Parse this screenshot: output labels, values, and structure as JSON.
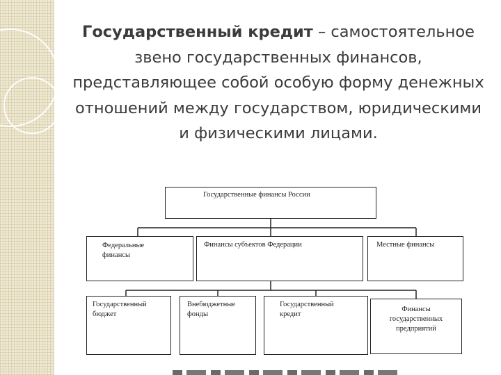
{
  "heading": {
    "term": "Государственный кредит",
    "definition": "– самостоятельное звено государственных финансов, представляющее собой особую форму денежных отношений между государством, юридическими и физическими лицами."
  },
  "diagram": {
    "root": "Государственные финансы России",
    "level1": [
      "Федеральные\nфинансы",
      "Финансы субъектов Федерации",
      "Местные финансы"
    ],
    "level2": [
      "Государственный\nбюджет",
      "Внебюджетные\nфонды",
      "Государственный\nкредит",
      "Финансы\nгосударственных\nпредприятий"
    ]
  }
}
